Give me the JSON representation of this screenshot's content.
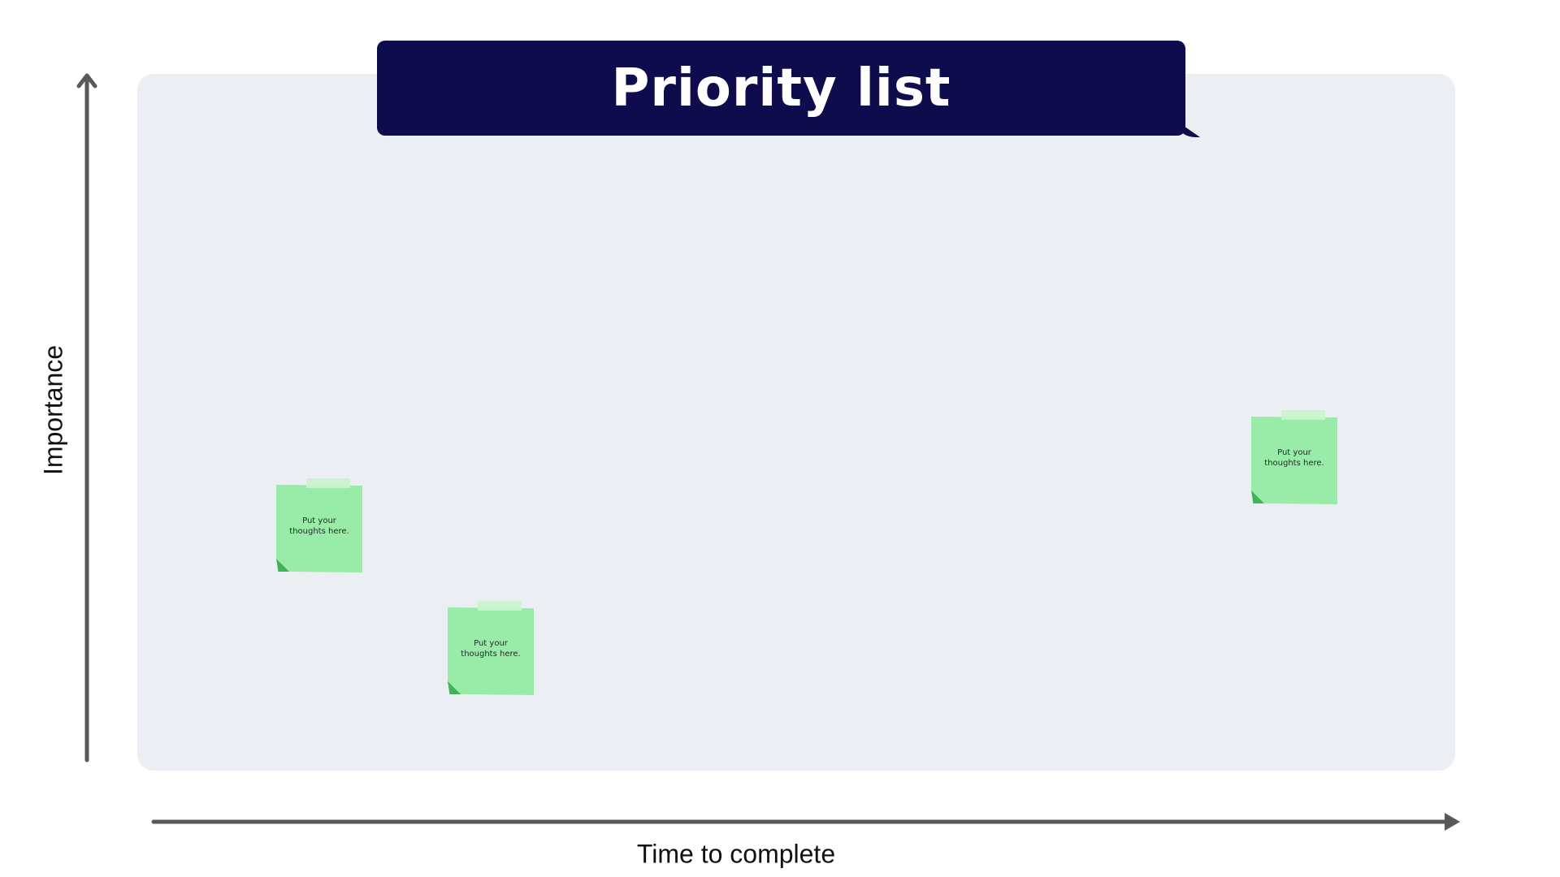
{
  "title": "Priority list",
  "axes": {
    "y_label": "Importance",
    "x_label": "Time to complete"
  },
  "notes": [
    {
      "text": "Put your\nthoughts here."
    },
    {
      "text": "Put your\nthoughts here."
    },
    {
      "text": "Put your\nthoughts here."
    }
  ],
  "colors": {
    "board": "#ebeef2",
    "title_banner": "#0e0c4d",
    "sticky_note": "#98eca8",
    "axis_line": "#595959"
  }
}
